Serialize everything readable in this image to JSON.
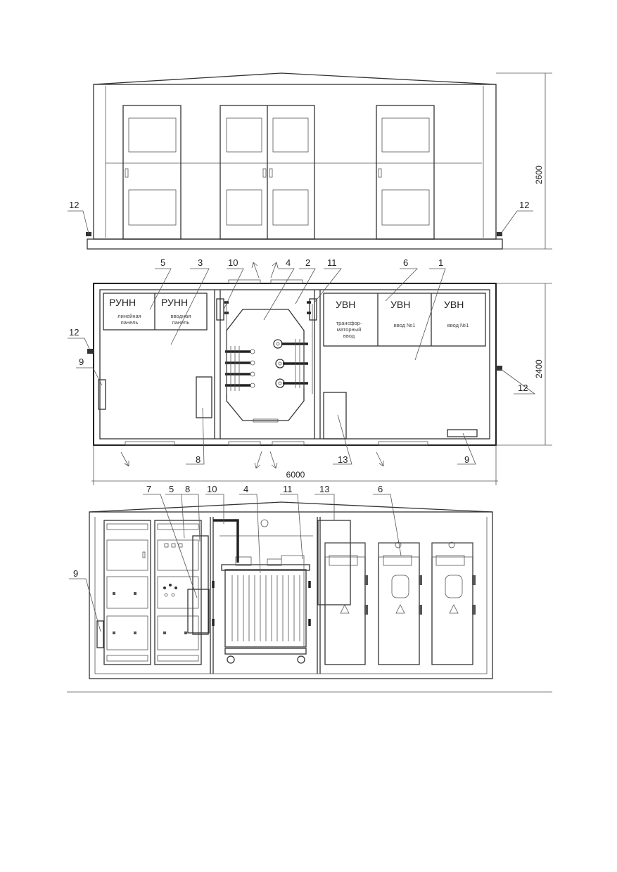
{
  "callouts": {
    "n1": "1",
    "n2": "2",
    "n3": "3",
    "n4": "4",
    "n5": "5",
    "n6": "6",
    "n7": "7",
    "n8": "8",
    "n9": "9",
    "n10": "10",
    "n11": "11",
    "n12": "12",
    "n13": "13"
  },
  "dimensions": {
    "height_front": "2600",
    "depth_plan": "2400",
    "length_plan": "6000"
  },
  "panels": {
    "runn": "РУНН",
    "runn_left_sub": [
      "линейная",
      "панель"
    ],
    "runn_right_sub": [
      "вводная",
      "панель"
    ],
    "uvn": "УВН",
    "uvn1_sub": [
      "трансфор-",
      "маторный",
      "ввод"
    ],
    "uvn2_sub": "ввод №1",
    "uvn3_sub": "ввод №1"
  }
}
